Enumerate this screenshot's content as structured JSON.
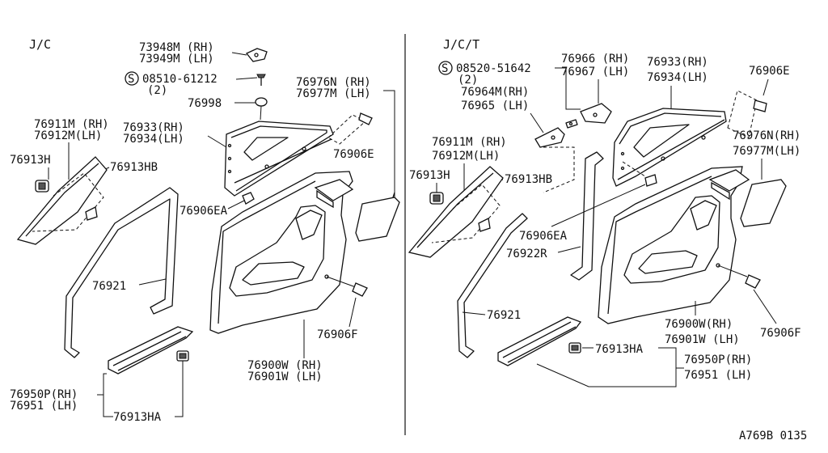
{
  "panels": {
    "left": {
      "header": "J/C",
      "labels": {
        "p73948M": "73948M (RH)",
        "p73949M": "73949M (LH)",
        "screw_s": "S",
        "screw": "08510-61212",
        "screw_qty": "(2)",
        "p76998": "76998",
        "p76976N": "76976N (RH)",
        "p76977M": "76977M (LH)",
        "p76911M": "76911M (RH)",
        "p76912M": "76912M(LH)",
        "p76933": "76933(RH)",
        "p76934": "76934(LH)",
        "p76913H": "76913H",
        "p76913HB": "76913HB",
        "p76906E": "76906E",
        "p76906EA": "76906EA",
        "p76921": "76921",
        "p76906F": "76906F",
        "p76950P": "76950P(RH)",
        "p76951": "76951  (LH)",
        "p76900W": "76900W (RH)",
        "p76901W": "76901W (LH)",
        "p76913HA": "76913HA"
      }
    },
    "right": {
      "header": "J/C/T",
      "labels": {
        "screw_s": "S",
        "screw": "08520-51642",
        "screw_qty": "(2)",
        "p76966": "76966 (RH)",
        "p76967": "76967 (LH)",
        "p76933": "76933(RH)",
        "p76934": "76934(LH)",
        "p76906E": "76906E",
        "p76964M": "76964M(RH)",
        "p76965": "76965  (LH)",
        "p76911M": "76911M (RH)",
        "p76912M": "76912M(LH)",
        "p76913H": "76913H",
        "p76913HB": "76913HB",
        "p76976N": "76976N(RH)",
        "p76977M": "76977M(LH)",
        "p76906EA": "76906EA",
        "p76922R": "76922R",
        "p76921": "76921",
        "p76900W": "76900W(RH)",
        "p76901W": "76901W (LH)",
        "p76906F": "76906F",
        "p76913HA": "76913HA",
        "p76950P": "76950P(RH)",
        "p76951": "76951  (LH)"
      }
    }
  },
  "footer": {
    "code": "A769B 0135"
  }
}
